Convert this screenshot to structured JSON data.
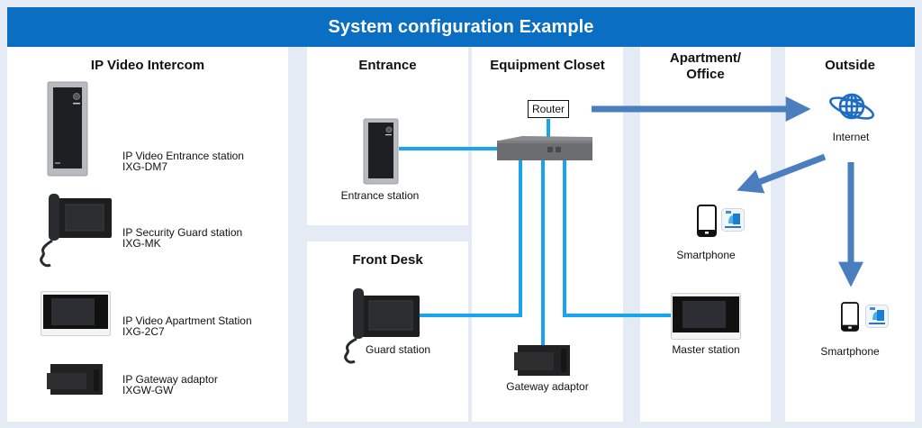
{
  "title": "System configuration Example",
  "colors": {
    "title_bar": "#0a6ec3",
    "wiring": "#1aa3ee",
    "internet_arrows": "#4a7ebf",
    "background": "#e4ebf5"
  },
  "sections": {
    "catalog": {
      "title": "IP Video Intercom",
      "items": [
        {
          "icon": "entrance-station-icon",
          "name": "IP Video Entrance station",
          "model": "IXG-DM7"
        },
        {
          "icon": "guard-station-icon",
          "name": "IP Security Guard station",
          "model": "IXG-MK"
        },
        {
          "icon": "apartment-station-icon",
          "name": "IP Video Apartment Station",
          "model": "IXG-2C7"
        },
        {
          "icon": "gateway-adaptor-icon",
          "name": "IP Gateway adaptor",
          "model": "IXGW-GW"
        }
      ]
    },
    "entrance": {
      "title": "Entrance",
      "device_label": "Entrance station"
    },
    "front_desk": {
      "title": "Front Desk",
      "device_label": "Guard station"
    },
    "equipment_closet": {
      "title": "Equipment Closet",
      "router_label": "Router",
      "gateway_label": "Gateway adaptor"
    },
    "apartment_office": {
      "title_line1": "Apartment/",
      "title_line2": "Office",
      "smartphone_label": "Smartphone",
      "master_label": "Master station"
    },
    "outside": {
      "title": "Outside",
      "internet_label": "Internet",
      "smartphone_label": "Smartphone"
    }
  }
}
